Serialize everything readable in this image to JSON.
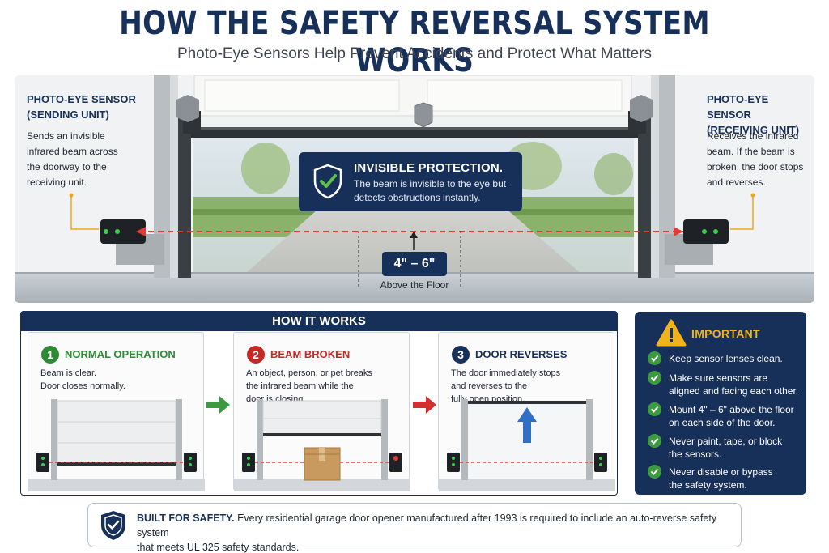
{
  "header": {
    "title": "HOW THE SAFETY REVERSAL SYSTEM WORKS",
    "subtitle": "Photo-Eye Sensors Help Prevent Accidents and Protect What Matters"
  },
  "hero": {
    "left_sensor": {
      "title_line1": "PHOTO-EYE SENSOR",
      "title_line2": "(SENDING UNIT)",
      "desc_lines": [
        "Sends an invisible",
        "infrared beam across",
        "the doorway to the",
        "receiving unit."
      ]
    },
    "right_sensor": {
      "title_line1": "PHOTO-EYE SENSOR",
      "title_line2": "(RECEIVING UNIT)",
      "desc_lines": [
        "Receives the infrared",
        "beam. If the beam is",
        "broken, the door stops",
        "and reverses."
      ]
    },
    "invisible": {
      "title": "INVISIBLE PROTECTION.",
      "text_line1": "The beam is invisible to the eye but",
      "text_line2": "detects obstructions instantly."
    },
    "height_label": "4\" – 6\"",
    "height_caption": "Above the Floor"
  },
  "how_it_works": {
    "title": "HOW IT WORKS",
    "steps": [
      {
        "num": "1",
        "title": "NORMAL OPERATION",
        "color": "#2f8a36",
        "lines": [
          "Beam is clear.",
          "Door closes normally."
        ]
      },
      {
        "num": "2",
        "title": "BEAM BROKEN",
        "color": "#c62828",
        "lines": [
          "An object, person, or pet breaks",
          "the infrared beam while the",
          "door is closing."
        ]
      },
      {
        "num": "3",
        "title": "DOOR REVERSES",
        "color": "#17305a",
        "lines": [
          "The door immediately stops",
          "and reverses to the",
          "fully open position."
        ]
      }
    ]
  },
  "important": {
    "title": "IMPORTANT",
    "items": [
      {
        "lines": [
          "Keep sensor lenses clean."
        ]
      },
      {
        "lines": [
          "Make sure sensors are",
          "aligned and facing each other."
        ]
      },
      {
        "lines": [
          "Mount 4\" – 6\" above the floor",
          "on each side of the door."
        ]
      },
      {
        "lines": [
          "Never paint, tape, or block",
          "the sensors."
        ]
      },
      {
        "lines": [
          "Never disable or bypass",
          "the safety system."
        ]
      }
    ]
  },
  "banner": {
    "strong": "BUILT FOR SAFETY.",
    "text_line1": " Every residential garage door opener manufactured after 1993 is required to include an auto-reverse safety system",
    "text_line2": "that meets UL 325 safety standards."
  },
  "colors": {
    "navy": "#17305a",
    "green": "#2f8a36",
    "red": "#c62828",
    "amber": "#f2b21c",
    "beam": "#e53935"
  },
  "icons": [
    "shield-check-icon",
    "warning-icon",
    "check-icon",
    "arrow-right-icon",
    "arrow-up-icon",
    "box-icon",
    "shield-icon"
  ]
}
